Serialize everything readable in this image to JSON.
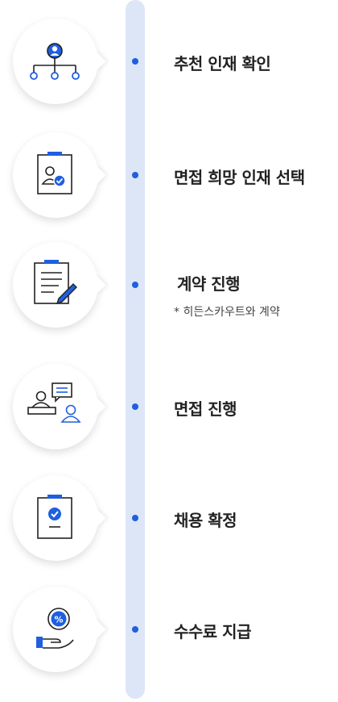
{
  "accent_color": "#1f5fe0",
  "track_color": "#dce6f7",
  "steps": [
    {
      "icon": "org-chart-person-icon",
      "title": "추천 인재 확인",
      "note": ""
    },
    {
      "icon": "clipboard-person-check-icon",
      "title": "면접 희망 인재 선택",
      "note": ""
    },
    {
      "icon": "document-pen-icon",
      "title": "계약 진행",
      "note": "* 히든스카우트와 계약"
    },
    {
      "icon": "interview-chat-icon",
      "title": "면접 진행",
      "note": ""
    },
    {
      "icon": "clipboard-check-icon",
      "title": "채용 확정",
      "note": ""
    },
    {
      "icon": "hand-coin-percent-icon",
      "title": "수수료 지급",
      "note": ""
    }
  ]
}
